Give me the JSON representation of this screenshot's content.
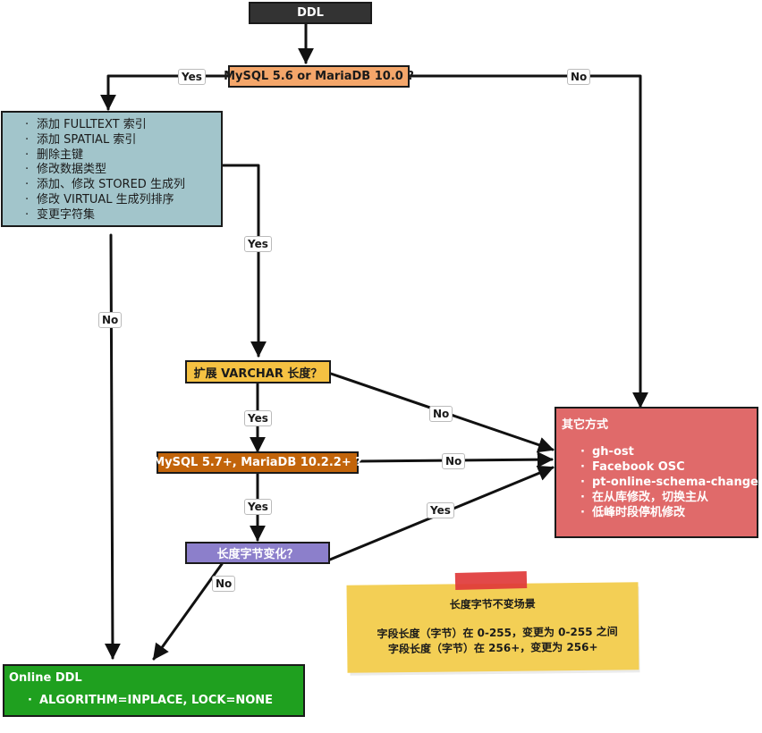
{
  "nodes": {
    "ddl": {
      "label": "DDL",
      "fill": "#333333"
    },
    "q_version": {
      "label": "MySQL 5.6 or MariaDB 10.0 ?",
      "fill": "#f4a66a"
    },
    "ops": {
      "fill": "#a2c5cb",
      "items": [
        "添加 FULLTEXT 索引",
        "添加 SPATIAL 索引",
        "删除主键",
        "修改数据类型",
        "添加、修改 STORED 生成列",
        "修改 VIRTUAL 生成列排序",
        "变更字符集"
      ]
    },
    "q_varchar": {
      "label": "扩展 VARCHAR 长度？",
      "fill": "#f5c142"
    },
    "q_version2": {
      "label": "MySQL 5.7+, MariaDB 10.2.2+ ?",
      "fill": "#c2640a"
    },
    "q_bytes": {
      "label": "长度字节变化？",
      "fill": "#8c7fcb"
    },
    "other": {
      "title": "其它方式",
      "fill": "#e06a6a",
      "items": [
        "gh-ost",
        "Facebook OSC",
        "pt-online-schema-change",
        "在从库修改，切换主从",
        "低峰时段停机修改"
      ]
    },
    "online": {
      "title": "Online DDL",
      "fill": "#1fa01f",
      "items": [
        "ALGORITHM=INPLACE, LOCK=NONE"
      ]
    }
  },
  "edges": {
    "version_yes": "Yes",
    "version_no": "No",
    "ops_yes": "Yes",
    "ops_no": "No",
    "varchar_yes": "Yes",
    "varchar_no": "No",
    "version2_yes": "Yes",
    "version2_no": "No",
    "bytes_yes": "Yes",
    "bytes_no": "No"
  },
  "note": {
    "title": "长度字节不变场景",
    "lines": [
      "字段长度（字节）在 0-255，变更为 0-255 之间",
      "字段长度（字节）在 256+，变更为 256+"
    ],
    "fill": "#f3cf55",
    "tape": "#e03a3a"
  }
}
